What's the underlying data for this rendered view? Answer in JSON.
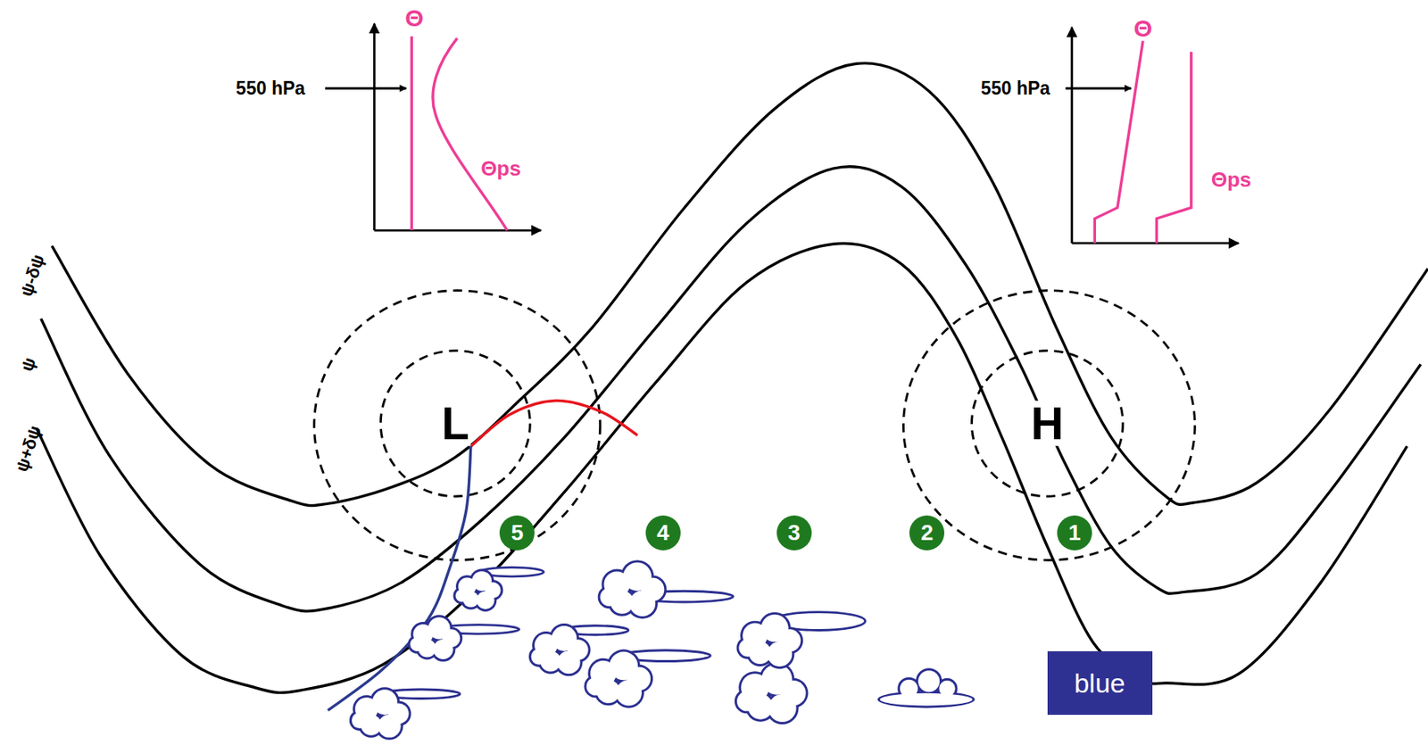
{
  "diagram": {
    "nodes": [
      {
        "text": [
          "5"
        ]
      },
      {
        "text": [
          "4"
        ]
      },
      {
        "text": [
          "3"
        ]
      },
      {
        "text": [
          "2"
        ]
      },
      {
        "text": [
          "1"
        ]
      },
      {
        "text": [
          "blue"
        ]
      }
    ],
    "labels": [
      "Θ",
      "Θ",
      "550 hPa",
      "550 hPa",
      "Θps",
      "Θps",
      "ψ-δψ",
      "ψ",
      "ψ+δψ",
      "L",
      "H"
    ]
  }
}
